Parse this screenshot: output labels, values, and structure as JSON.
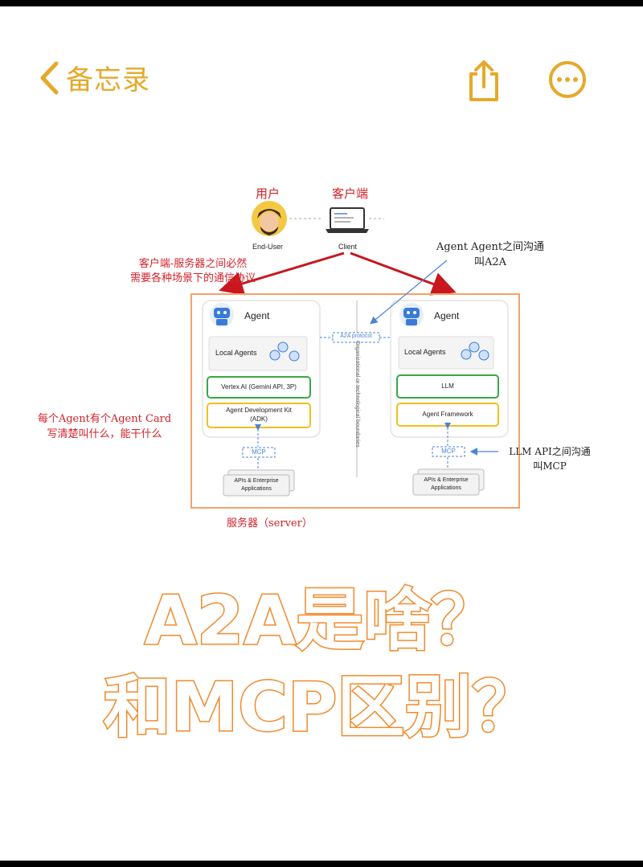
{
  "nav": {
    "back_label": "备忘录",
    "accent": "#e5a92a"
  },
  "diagram": {
    "user_label_cn": "用户",
    "client_label_cn": "客户端",
    "end_user": "End-User",
    "client": "Client",
    "note_client_server_1": "客户端-服务器之间必然",
    "note_client_server_2": "需要各种场景下的通信协议",
    "note_a2a_1": "Agent Agent之间沟通",
    "note_a2a_2": "叫A2A",
    "note_card_1": "每个Agent有个Agent Card",
    "note_card_2": "写清楚叫什么，能干什么",
    "note_mcp_1": "LLM API之间沟通",
    "note_mcp_2": "叫MCP",
    "server_label": "服务器（server）",
    "a2a_protocol": "A2A protocol",
    "boundary": "Organizational or technological boundaries",
    "left_agent": {
      "title": "Agent",
      "local": "Local Agents",
      "model": "Vertex AI (Gemini API, 3P)",
      "framework_1": "Agent Development Kit",
      "framework_2": "(ADK)",
      "mcp": "MCP",
      "apis_1": "APIs & Enterprise",
      "apis_2": "Applications"
    },
    "right_agent": {
      "title": "Agent",
      "local": "Local Agents",
      "model": "LLM",
      "framework": "Agent Framework",
      "mcp": "MCP",
      "apis_1": "APIs & Enterprise",
      "apis_2": "Applications"
    }
  },
  "headline": {
    "line1": "A2A是啥？",
    "line2": "和MCP区别？",
    "color": "#f08a2a"
  }
}
